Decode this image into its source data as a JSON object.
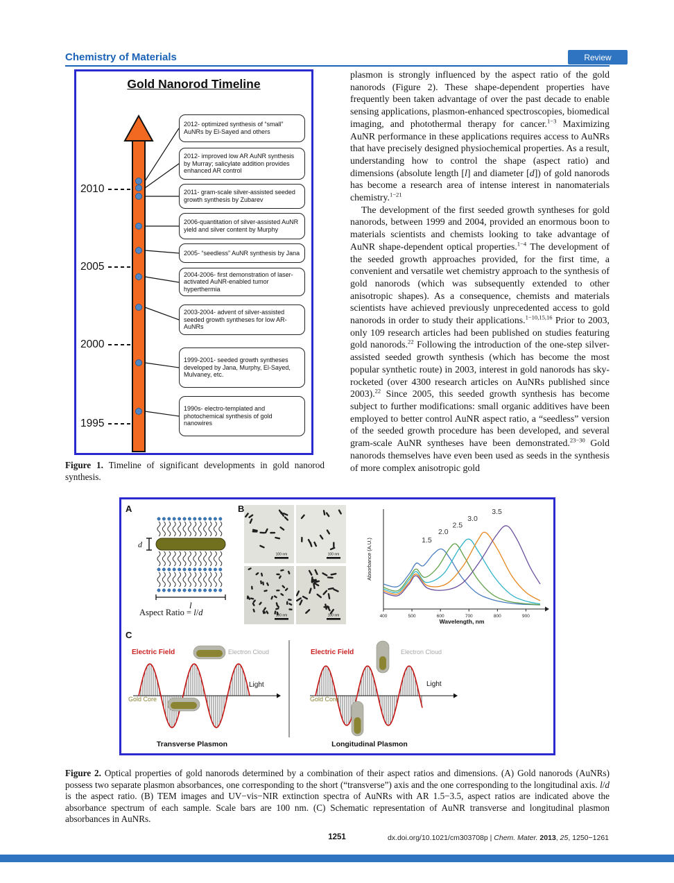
{
  "header": {
    "journal": "Chemistry of Materials",
    "badge": "Review"
  },
  "figure1": {
    "title": "Gold Nanorod Timeline",
    "years": [
      "2010",
      "2005",
      "2000",
      "1995"
    ],
    "events": [
      "2012- optimized synthesis of “small” AuNRs by El-Sayed and others",
      "2012- improved low AR AuNR synthesis by Murray; salicylate addition provides enhanced AR control",
      "2011- gram-scale silver-assisted seeded growth synthesis by Zubarev",
      "2006-quantitation of silver-assisted AuNR yield and silver content by Murphy",
      "2005- “seedless” AuNR synthesis by Jana",
      "2004-2006- first demonstration of laser-activated AuNR-enabled tumor hyperthermia",
      "2003-2004- advent of silver-assisted seeded growth syntheses for low AR-AuNRs",
      "1999-2001- seeded growth syntheses developed by Jana, Murphy, El-Sayed, Mulvaney, etc.",
      "1990s- electro-templated and photochemical synthesis of gold nanowires"
    ],
    "caption": [
      {
        "b": "Figure 1."
      },
      {
        "t": " Timeline of significant developments in gold nanorod synthesis."
      }
    ]
  },
  "body": {
    "paragraphs": [
      {
        "segments": [
          {
            "t": "plasmon is strongly influenced by the aspect ratio of the gold nanorods (Figure 2). These shape-dependent properties have frequently been taken advantage of over the past decade to enable sensing applications, plasmon-enhanced spectroscopies, biomedical imaging, and photothermal therapy for cancer."
          },
          {
            "sup": "1−3"
          },
          {
            "t": " Maximizing AuNR performance in these applications requires access to AuNRs that have precisely designed physiochemical properties. As a result, understanding how to control the shape (aspect ratio) and dimensions (absolute length ["
          },
          {
            "i": "l"
          },
          {
            "t": "] and diameter ["
          },
          {
            "i": "d"
          },
          {
            "t": "]) of gold nanorods has become a research area of intense interest in nanomaterials chemistry."
          },
          {
            "sup": "1−21"
          }
        ]
      },
      {
        "segments": [
          {
            "t": "The development of the first seeded growth syntheses for gold nanorods, between 1999 and 2004, provided an enormous boon to materials scientists and chemists looking to take advantage of AuNR shape-dependent optical properties."
          },
          {
            "sup": "1−4"
          },
          {
            "t": " The development of the seeded growth approaches provided, for the first time, a convenient and versatile wet chemistry approach to the synthesis of gold nanorods (which was subsequently extended to other anisotropic shapes). As a consequence, chemists and materials scientists have achieved previously unprecedented access to gold nanorods in order to study their applications."
          },
          {
            "sup": "1−10,15,16"
          },
          {
            "t": " Prior to 2003, only 109 research articles had been published on studies featuring gold nanorods."
          },
          {
            "sup": "22"
          },
          {
            "t": " Following the introduction of the one-step silver-assisted seeded growth synthesis (which has become the most popular synthetic route) in 2003, interest in gold nanorods has sky-rocketed (over 4300 research articles on AuNRs published since 2003)."
          },
          {
            "sup": "22"
          },
          {
            "t": " Since 2005, this seeded growth synthesis has become subject to further modifications: small organic additives have been employed to better control AuNR aspect ratio, a “seedless” version of the seeded growth procedure has been developed, and several gram-scale AuNR syntheses have been demonstrated."
          },
          {
            "sup": "23−30"
          },
          {
            "t": " Gold nanorods themselves have even been used as seeds in the synthesis of more complex anisotropic gold"
          }
        ]
      }
    ]
  },
  "figure2": {
    "panel_a_label": "A",
    "panel_b_label": "B",
    "panel_c_label": "C",
    "d_label": "d",
    "l_label": "l",
    "aspect_ratio": [
      {
        "t": "Aspect Ratio = "
      },
      {
        "i": "l"
      },
      {
        "t": "/"
      },
      {
        "i": "d"
      }
    ],
    "scale_bar_label": "100 nm",
    "electric_field_label": "Electric Field",
    "electron_cloud_label": "Electron Cloud",
    "gold_core_label": "Gold Core",
    "light_label": "Light",
    "transverse_title": "Transverse Plasmon",
    "longitudinal_title": "Longitudinal Plasmon",
    "caption": [
      {
        "b": "Figure 2."
      },
      {
        "t": " Optical properties of gold nanorods determined by a combination of their aspect ratios and dimensions. (A) Gold nanorods (AuNRs) possess two separate plasmon absorbances, one corresponding to the short (“transverse”) axis and the one corresponding to the longitudinal axis. "
      },
      {
        "i": "l"
      },
      {
        "t": "/"
      },
      {
        "i": "d"
      },
      {
        "t": " is the aspect ratio. (B) TEM images and UV−vis−NIR extinction spectra of AuNRs with AR 1.5−3.5, aspect ratios are indicated above the absorbance spectrum of each sample. Scale bars are 100 nm. (C) Schematic representation of AuNR transverse and longitudinal plasmon absorbances in AuNRs."
      }
    ]
  },
  "chart_data": {
    "type": "line",
    "title": "",
    "xlabel": "Wavelength, nm",
    "ylabel": "Absorbance (A.U.)",
    "xlim": [
      400,
      950
    ],
    "ylim": [
      0,
      1.2
    ],
    "x_ticks": [
      400,
      500,
      600,
      700,
      800,
      900
    ],
    "grid": false,
    "legend_position": "aspect-ratio labels above longitudinal peaks",
    "series": [
      {
        "name": "1.5",
        "color": "#4a7dbf",
        "label_pos": [
          552,
          0.8
        ],
        "points": [
          [
            400,
            0.3
          ],
          [
            450,
            0.27
          ],
          [
            490,
            0.42
          ],
          [
            515,
            0.55
          ],
          [
            540,
            0.52
          ],
          [
            575,
            0.66
          ],
          [
            605,
            0.72
          ],
          [
            635,
            0.6
          ],
          [
            675,
            0.38
          ],
          [
            725,
            0.2
          ],
          [
            775,
            0.12
          ],
          [
            825,
            0.08
          ],
          [
            875,
            0.06
          ],
          [
            950,
            0.05
          ]
        ]
      },
      {
        "name": "2.0",
        "color": "#5fa048",
        "label_pos": [
          610,
          0.9
        ],
        "points": [
          [
            400,
            0.26
          ],
          [
            450,
            0.22
          ],
          [
            490,
            0.38
          ],
          [
            515,
            0.48
          ],
          [
            545,
            0.38
          ],
          [
            590,
            0.5
          ],
          [
            630,
            0.72
          ],
          [
            655,
            0.78
          ],
          [
            685,
            0.62
          ],
          [
            730,
            0.36
          ],
          [
            780,
            0.18
          ],
          [
            830,
            0.1
          ],
          [
            880,
            0.07
          ],
          [
            950,
            0.05
          ]
        ]
      },
      {
        "name": "2.5",
        "color": "#2fb3c7",
        "label_pos": [
          660,
          0.98
        ],
        "points": [
          [
            400,
            0.24
          ],
          [
            450,
            0.2
          ],
          [
            490,
            0.35
          ],
          [
            515,
            0.45
          ],
          [
            550,
            0.32
          ],
          [
            610,
            0.42
          ],
          [
            665,
            0.72
          ],
          [
            700,
            0.84
          ],
          [
            735,
            0.68
          ],
          [
            790,
            0.38
          ],
          [
            845,
            0.18
          ],
          [
            895,
            0.1
          ],
          [
            950,
            0.06
          ]
        ]
      },
      {
        "name": "3.0",
        "color": "#e8871e",
        "label_pos": [
          713,
          1.06
        ],
        "points": [
          [
            400,
            0.22
          ],
          [
            450,
            0.18
          ],
          [
            490,
            0.32
          ],
          [
            515,
            0.42
          ],
          [
            555,
            0.28
          ],
          [
            620,
            0.3
          ],
          [
            680,
            0.52
          ],
          [
            730,
            0.82
          ],
          [
            758,
            0.92
          ],
          [
            800,
            0.72
          ],
          [
            850,
            0.4
          ],
          [
            900,
            0.2
          ],
          [
            950,
            0.1
          ]
        ]
      },
      {
        "name": "3.5",
        "color": "#6a4f9e",
        "label_pos": [
          798,
          1.14
        ],
        "points": [
          [
            400,
            0.2
          ],
          [
            450,
            0.16
          ],
          [
            490,
            0.3
          ],
          [
            515,
            0.4
          ],
          [
            555,
            0.25
          ],
          [
            620,
            0.23
          ],
          [
            680,
            0.32
          ],
          [
            740,
            0.58
          ],
          [
            795,
            0.88
          ],
          [
            832,
            1.0
          ],
          [
            868,
            0.84
          ],
          [
            915,
            0.5
          ],
          [
            950,
            0.3
          ]
        ]
      }
    ]
  },
  "footer": {
    "page_number": "1251",
    "citation": [
      {
        "t": "dx.doi.org/10.1021/cm303708p | "
      },
      {
        "i": "Chem. Mater. "
      },
      {
        "b": "2013"
      },
      {
        "t": ", "
      },
      {
        "i": "25"
      },
      {
        "t": ", 1250−1261"
      }
    ]
  }
}
